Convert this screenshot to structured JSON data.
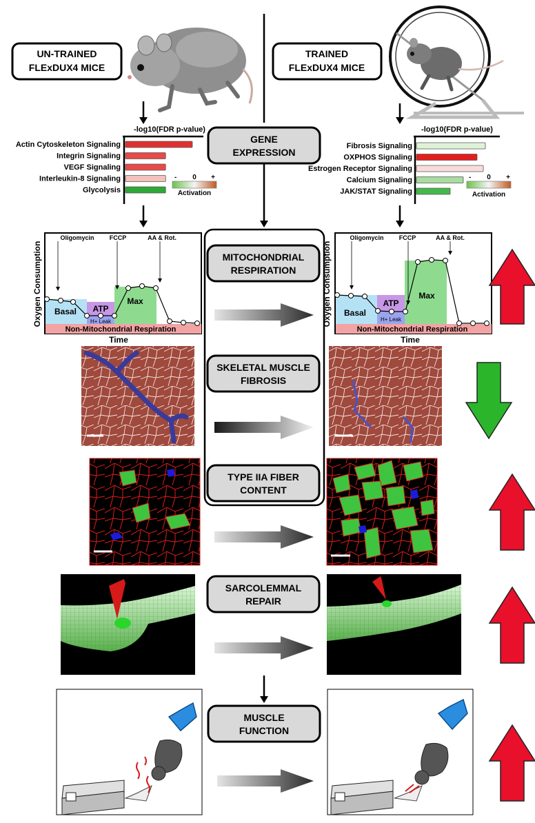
{
  "untrained": {
    "title_line1": "UN-TRAINED",
    "title_line2": "FLExDUX4 MICE",
    "pathway_chart": {
      "axis_title": "-log10(FDR p-value)",
      "pathways": [
        {
          "label": "Actin Cytoskeleton Signaling",
          "value": 1.0,
          "color": "#e03131"
        },
        {
          "label": "Integrin Signaling",
          "value": 0.6,
          "color": "#e8494a"
        },
        {
          "label": "VEGF Signaling",
          "value": 0.6,
          "color": "#e8494a"
        },
        {
          "label": "Interleukin-8 Signaling",
          "value": 0.6,
          "color": "#f4c2bd"
        },
        {
          "label": "Glycolysis",
          "value": 0.6,
          "color": "#2ea836"
        }
      ],
      "legend": {
        "minus": "-",
        "zero": "0",
        "plus": "+",
        "label": "Activation"
      }
    },
    "respiration": {
      "ylabel": "Oxygen Consumption",
      "xlabel": "Time",
      "injections": [
        "Oligomycin",
        "FCCP",
        "AA & Rot."
      ],
      "regions": {
        "basal": "Basal",
        "atp": "ATP",
        "leak": "H+ Leak",
        "max": "Max",
        "nonmito": "Non-Mitochondrial Respiration"
      }
    }
  },
  "trained": {
    "title_line1": "TRAINED",
    "title_line2": "FLExDUX4 MICE",
    "pathway_chart": {
      "axis_title": "-log10(FDR p-value)",
      "pathways": [
        {
          "label": "Fibrosis Signaling",
          "value": 1.0,
          "color": "#dff2d8"
        },
        {
          "label": "OXPHOS Signaling",
          "value": 0.88,
          "color": "#e31e1e"
        },
        {
          "label": "Estrogen Receptor Signaling",
          "value": 0.97,
          "color": "#f8dcdc"
        },
        {
          "label": "Calcium Signaling",
          "value": 0.68,
          "color": "#a8dca0"
        },
        {
          "label": "JAK/STAT Signaling",
          "value": 0.49,
          "color": "#45b84a"
        }
      ],
      "legend": {
        "minus": "-",
        "zero": "0",
        "plus": "+",
        "label": "Activation"
      }
    },
    "respiration": {
      "ylabel": "Oxygen Consumption",
      "xlabel": "Time",
      "injections": [
        "Oligomycin",
        "FCCP",
        "AA & Rot."
      ],
      "regions": {
        "basal": "Basal",
        "atp": "ATP",
        "leak": "H+ Leak",
        "max": "Max",
        "nonmito": "Non-Mitochondrial Respiration"
      }
    }
  },
  "center": {
    "gene_expression": [
      "GENE",
      "EXPRESSION"
    ],
    "mito": [
      "MITOCHONDRIAL",
      "RESPIRATION"
    ],
    "fibrosis": [
      "SKELETAL MUSCLE",
      "FIBROSIS"
    ],
    "type2a": [
      "TYPE IIA FIBER",
      "CONTENT"
    ],
    "sarco": [
      "SARCOLEMMAL",
      "REPAIR"
    ],
    "muscle": [
      "MUSCLE",
      "FUNCTION"
    ]
  },
  "colors": {
    "up_arrow": "#e8102a",
    "down_arrow": "#2bb52b",
    "label_box_fill": "#d9d9d9",
    "muscle_tissue": "#a0493d",
    "fibrosis_stain": "#3a3a9a",
    "type2a_fiber": "#3fc43f"
  },
  "outcomes": {
    "mito": "up",
    "fibrosis": "down",
    "type2a": "up",
    "sarco": "up",
    "muscle": "up"
  }
}
